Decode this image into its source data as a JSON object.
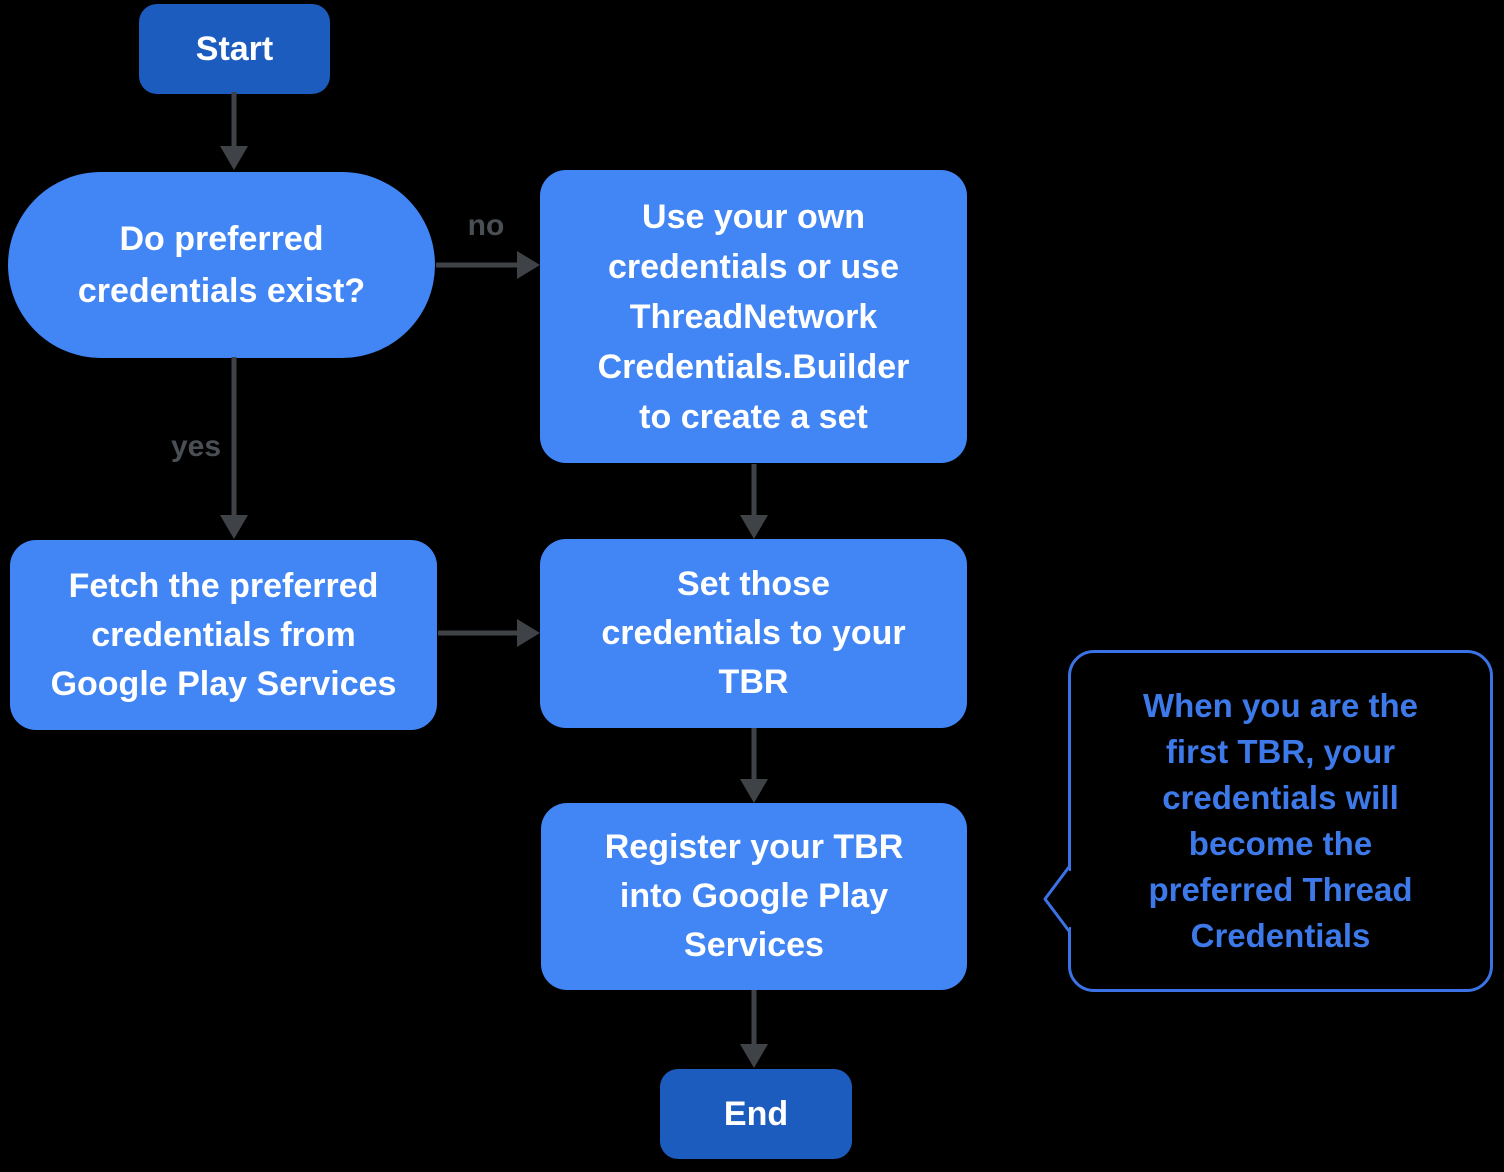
{
  "diagram": {
    "type": "flowchart",
    "background": "#000000"
  },
  "colors": {
    "node_fill": "#4285f4",
    "terminal_fill": "#1b5cbe",
    "node_text": "#ffffff",
    "arrow": "#3f4246",
    "edge_label": "#4a4f55",
    "callout_accent": "#3b73e6",
    "callout_text": "#3d79e9"
  },
  "nodes": {
    "start": {
      "label": "Start"
    },
    "decision": {
      "label": "Do preferred\ncredentials exist?"
    },
    "use": {
      "label": "Use your own\ncredentials or use\nThreadNetwork\nCredentials.Builder\nto create a set"
    },
    "fetch": {
      "label": "Fetch the preferred\ncredentials from\nGoogle Play Services"
    },
    "set": {
      "label": "Set those\ncredentials to your\nTBR"
    },
    "register": {
      "label": "Register your TBR\ninto Google Play\nServices"
    },
    "end": {
      "label": "End"
    }
  },
  "edges": {
    "no_label": "no",
    "yes_label": "yes"
  },
  "callout": {
    "label": "When you are the\nfirst TBR, your\ncredentials will\nbecome the\npreferred Thread\nCredentials"
  }
}
